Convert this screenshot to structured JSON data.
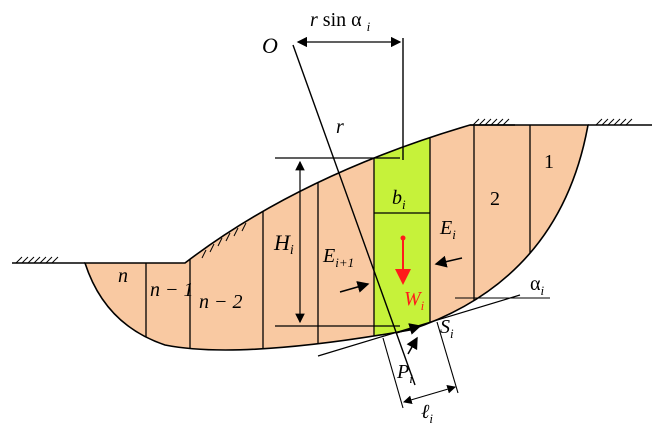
{
  "labels": {
    "center": "O",
    "moment_arm_r": "r",
    "moment_arm_sin": "sin",
    "moment_arm_alpha": "α",
    "moment_arm_sub": "i",
    "radius": "r",
    "slice_1": "1",
    "slice_2": "2",
    "slice_n": "n",
    "slice_n_minus_1": "n − 1",
    "slice_n_minus_2": "n − 2",
    "height_H": "H",
    "height_sub": "i",
    "width_b": "b",
    "width_sub": "i",
    "force_E": "E",
    "force_E_sub": "i",
    "force_E_next": "E",
    "force_E_next_sub": "i+1",
    "weight_W": "W",
    "weight_sub": "i",
    "angle_alpha": "α",
    "angle_sub": "i",
    "shear_S": "S",
    "shear_sub": "i",
    "normal_P": "P",
    "normal_sub": "i",
    "base_length": "ℓ",
    "base_sub": "i"
  },
  "colors": {
    "soil": "#f9c9a2",
    "highlight_slice": "#c6f23a",
    "weight_arrow": "#ff1a1a",
    "lines": "#000000"
  }
}
